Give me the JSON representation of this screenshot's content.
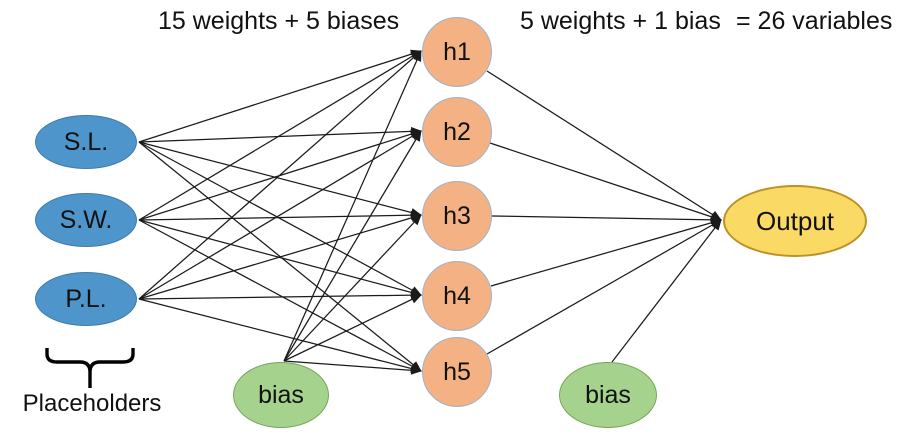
{
  "annotations": {
    "hidden_layer_params": "15 weights + 5 biases",
    "output_layer_params": "5 weights + 1 bias",
    "total_params": "= 26 variables",
    "placeholders_label": "Placeholders"
  },
  "network": {
    "input_nodes": [
      {
        "id": "sl",
        "label": "S.L."
      },
      {
        "id": "sw",
        "label": "S.W."
      },
      {
        "id": "pl",
        "label": "P.L."
      }
    ],
    "hidden_nodes": [
      {
        "id": "h1",
        "label": "h1"
      },
      {
        "id": "h2",
        "label": "h2"
      },
      {
        "id": "h3",
        "label": "h3"
      },
      {
        "id": "h4",
        "label": "h4"
      },
      {
        "id": "h5",
        "label": "h5"
      }
    ],
    "hidden_bias_node": {
      "id": "bias_h",
      "label": "bias"
    },
    "output_bias_node": {
      "id": "bias_o",
      "label": "bias"
    },
    "output_node": {
      "id": "output",
      "label": "Output"
    },
    "edges": [
      [
        "sl",
        "h1"
      ],
      [
        "sl",
        "h2"
      ],
      [
        "sl",
        "h3"
      ],
      [
        "sl",
        "h4"
      ],
      [
        "sl",
        "h5"
      ],
      [
        "sw",
        "h1"
      ],
      [
        "sw",
        "h2"
      ],
      [
        "sw",
        "h3"
      ],
      [
        "sw",
        "h4"
      ],
      [
        "sw",
        "h5"
      ],
      [
        "pl",
        "h1"
      ],
      [
        "pl",
        "h2"
      ],
      [
        "pl",
        "h3"
      ],
      [
        "pl",
        "h4"
      ],
      [
        "pl",
        "h5"
      ],
      [
        "bias_h",
        "h1"
      ],
      [
        "bias_h",
        "h2"
      ],
      [
        "bias_h",
        "h3"
      ],
      [
        "bias_h",
        "h4"
      ],
      [
        "bias_h",
        "h5"
      ],
      [
        "h1",
        "output"
      ],
      [
        "h2",
        "output"
      ],
      [
        "h3",
        "output"
      ],
      [
        "h4",
        "output"
      ],
      [
        "h5",
        "output"
      ],
      [
        "bias_o",
        "output"
      ]
    ]
  },
  "colors": {
    "input_fill": "#4E95CB",
    "input_border": "#3D7BAD",
    "hidden_fill": "#F4B183",
    "hidden_border": "#9DB3CE",
    "bias_fill": "#A5D28D",
    "bias_border": "#74A75B",
    "output_fill": "#FBD965",
    "output_border": "#BC9222",
    "edge": "#1B1B1B"
  }
}
